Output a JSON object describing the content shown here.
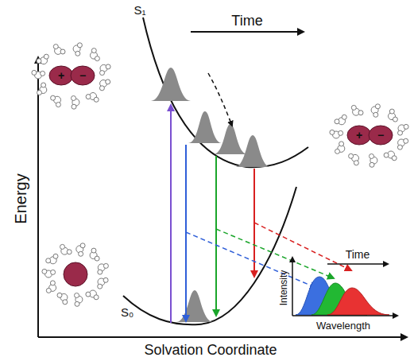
{
  "diagram": {
    "labels": [
      "Time",
      "S₁",
      "Energy",
      "+",
      "−",
      "+",
      "−",
      "S₀",
      "Intensity",
      "Wavelength",
      "Time",
      "Solvation Coordinate"
    ]
  }
}
